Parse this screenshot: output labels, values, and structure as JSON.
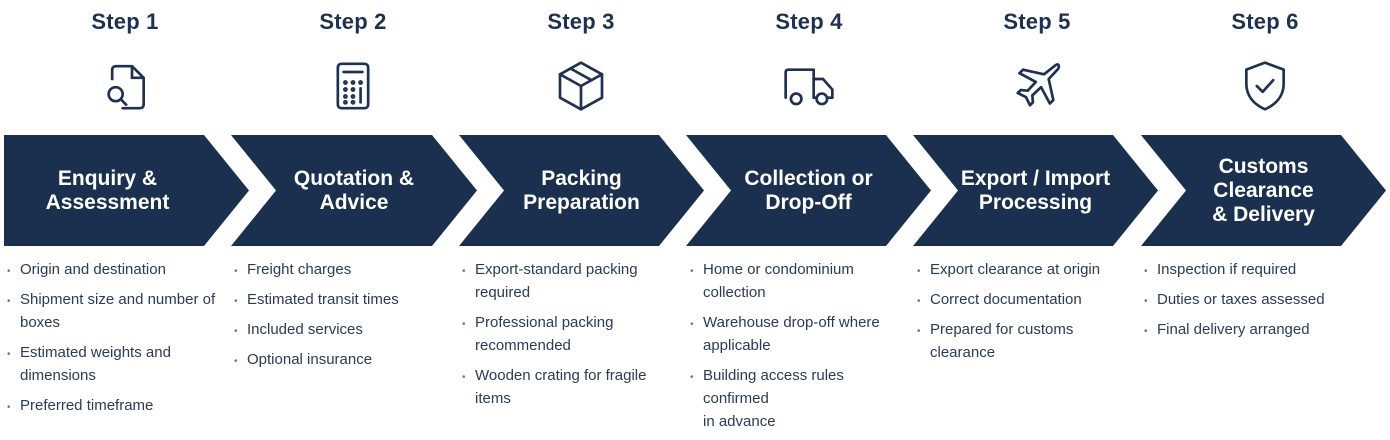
{
  "colors": {
    "band": "#1b2f4e",
    "title": "#1e3150",
    "text": "#2b3a55"
  },
  "steps": [
    {
      "title": "Step 1",
      "icon": "document-search-icon",
      "label": "Enquiry &\nAssessment",
      "bullets": [
        "Origin and destination",
        "Shipment size and number of boxes",
        "Estimated weights and dimensions",
        "Preferred timeframe"
      ]
    },
    {
      "title": "Step 2",
      "icon": "calculator-icon",
      "label": "Quotation &\nAdvice",
      "bullets": [
        "Freight charges",
        "Estimated transit times",
        "Included services",
        "Optional insurance"
      ]
    },
    {
      "title": "Step 3",
      "icon": "box-icon",
      "label": "Packing\nPreparation",
      "bullets": [
        "Export-standard packing required",
        "Professional packing recommended",
        "Wooden crating for fragile items"
      ]
    },
    {
      "title": "Step 4",
      "icon": "truck-icon",
      "label": "Collection or\nDrop-Off",
      "bullets": [
        "Home or condominium collection",
        "Warehouse drop-off where applicable",
        "Building access rules confirmed\nin advance"
      ]
    },
    {
      "title": "Step 5",
      "icon": "airplane-icon",
      "label": "Export / Import\nProcessing",
      "bullets": [
        "Export clearance at origin",
        "Correct documentation",
        "Prepared for customs clearance"
      ]
    },
    {
      "title": "Step 6",
      "icon": "shield-check-icon",
      "label": "Customs\nClearance\n& Delivery",
      "bullets": [
        "Inspection if required",
        "Duties or taxes assessed",
        "Final delivery arranged"
      ]
    }
  ]
}
